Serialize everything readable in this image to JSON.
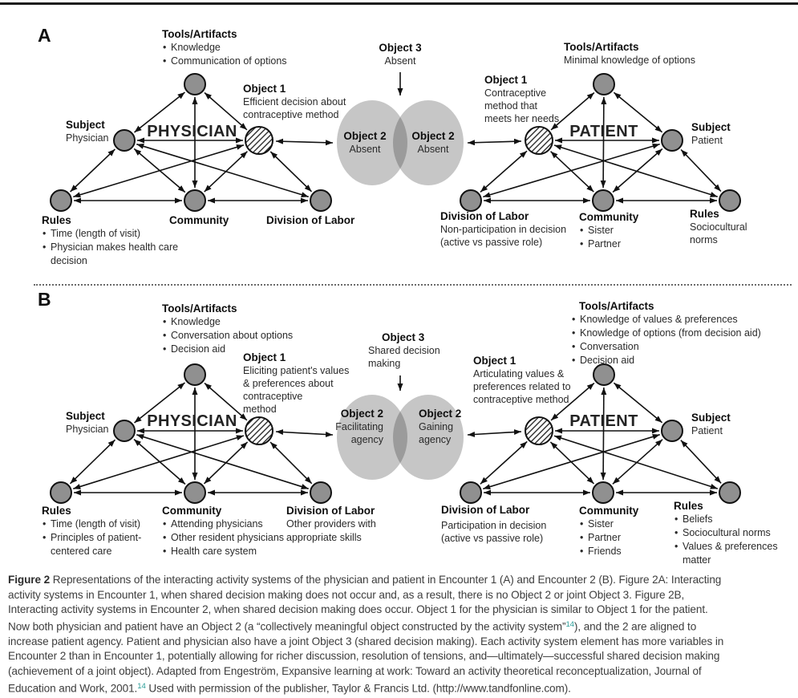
{
  "panel_a": {
    "label": "A",
    "physician": {
      "actor": "PHYSICIAN",
      "tools": {
        "title": "Tools/Artifacts",
        "items": [
          "Knowledge",
          "Communication of options"
        ]
      },
      "object1": {
        "title": "Object 1",
        "lines": [
          "Efficient decision about",
          "contraceptive method"
        ]
      },
      "subject": {
        "title": "Subject",
        "lines": [
          "Physician"
        ]
      },
      "rules": {
        "title": "Rules",
        "items": [
          "Time (length of visit)",
          "Physician makes health care"
        ],
        "cont": "decision"
      },
      "community": {
        "title": "Community"
      },
      "division": {
        "title": "Division of Labor"
      }
    },
    "joint": {
      "object3": {
        "title": "Object 3",
        "lines": [
          "Absent"
        ]
      },
      "left": {
        "title": "Object 2",
        "lines": [
          "Absent"
        ]
      },
      "right": {
        "title": "Object 2",
        "lines": [
          "Absent"
        ]
      }
    },
    "patient": {
      "actor": "PATIENT",
      "tools": {
        "title": "Tools/Artifacts",
        "lines": [
          "Minimal knowledge of options"
        ]
      },
      "object1": {
        "title": "Object 1",
        "lines": [
          "Contraceptive",
          "method that",
          "meets her needs"
        ]
      },
      "subject": {
        "title": "Subject",
        "lines": [
          "Patient"
        ]
      },
      "division": {
        "title": "Division of Labor",
        "lines": [
          "Non-participation in decision",
          "(active vs passive role)"
        ]
      },
      "community": {
        "title": "Community",
        "items": [
          "Sister",
          "Partner"
        ]
      },
      "rules": {
        "title": "Rules",
        "lines": [
          "Sociocultural",
          "norms"
        ]
      }
    }
  },
  "panel_b": {
    "label": "B",
    "physician": {
      "actor": "PHYSICIAN",
      "tools": {
        "title": "Tools/Artifacts",
        "items": [
          "Knowledge",
          "Conversation about options",
          "Decision aid"
        ]
      },
      "object1": {
        "title": "Object 1",
        "lines": [
          "Eliciting patient's values",
          "& preferences about",
          "contraceptive",
          "method"
        ]
      },
      "subject": {
        "title": "Subject",
        "lines": [
          "Physician"
        ]
      },
      "rules": {
        "title": "Rules",
        "items": [
          "Time (length of visit)",
          "Principles of patient-"
        ],
        "cont": "centered care"
      },
      "community": {
        "title": "Community",
        "items": [
          "Attending physicians",
          "Other resident physicians",
          "Health care system"
        ]
      },
      "division": {
        "title": "Division of Labor",
        "lines": [
          "Other providers with",
          "appropriate skills"
        ]
      }
    },
    "joint": {
      "object3": {
        "title": "Object 3",
        "lines": [
          "Shared decision",
          "making"
        ]
      },
      "left": {
        "title": "Object 2",
        "lines": [
          "Facilitating",
          "agency"
        ]
      },
      "right": {
        "title": "Object 2",
        "lines": [
          "Gaining",
          "agency"
        ]
      }
    },
    "patient": {
      "actor": "PATIENT",
      "tools": {
        "title": "Tools/Artifacts",
        "items": [
          "Knowledge of values & preferences",
          "Knowledge of options (from decision aid)",
          "Conversation",
          "Decision aid"
        ]
      },
      "object1": {
        "title": "Object 1",
        "lines": [
          "Articulating values &",
          "preferences related to",
          "contraceptive method"
        ]
      },
      "subject": {
        "title": "Subject",
        "lines": [
          "Patient"
        ]
      },
      "division": {
        "title": "Division of Labor",
        "lines": [
          "Participation in decision",
          "(active vs passive role)"
        ]
      },
      "community": {
        "title": "Community",
        "items": [
          "Sister",
          "Partner",
          "Friends"
        ]
      },
      "rules": {
        "title": "Rules",
        "items": [
          "Beliefs",
          "Sociocultural norms",
          "Values & preferences"
        ],
        "cont": "matter"
      }
    }
  },
  "caption": {
    "tag": "Figure 2",
    "l1": "Representations of the interacting activity systems of the physician and patient in Encounter 1 (A) and Encounter 2 (B). Figure 2A: Interacting",
    "l2": "activity systems in Encounter 1, when shared decision making does not occur and, as a result, there is no Object 2 or joint Object 3. Figure 2B,",
    "l3": "Interacting activity systems in Encounter 2, when shared decision making does occur. Object 1 for the physician is similar to Object 1 for the patient.",
    "l4a": "Now both physician and patient have an Object 2 (a “collectively meaningful object constructed by the activity system”",
    "l4sup": "14",
    "l4b": "), and the 2 are aligned to",
    "l5": "increase patient agency. Patient and physician also have a joint Object 3 (shared decision making). Each activity system element has more variables in",
    "l6": "Encounter 2 than in Encounter 1, potentially allowing for richer discussion, resolution of tensions, and—ultimately—successful shared decision making",
    "l7": "(achievement of a joint object). Adapted from Engeström, Expansive learning at work: Toward an activity theoretical reconceptualization, Journal of",
    "l8a": "Education and Work, 2001.",
    "l8sup": "14",
    "l8b": " Used with permission of the publisher, Taylor & Francis Ltd. (http://www.tandfonline.com).",
    "colors": {
      "superscript_teal": "#2a9d98",
      "node_gray": "#909090",
      "venn_gray": "#c6c6c6",
      "venn_overlap": "#9b9b9b"
    }
  }
}
